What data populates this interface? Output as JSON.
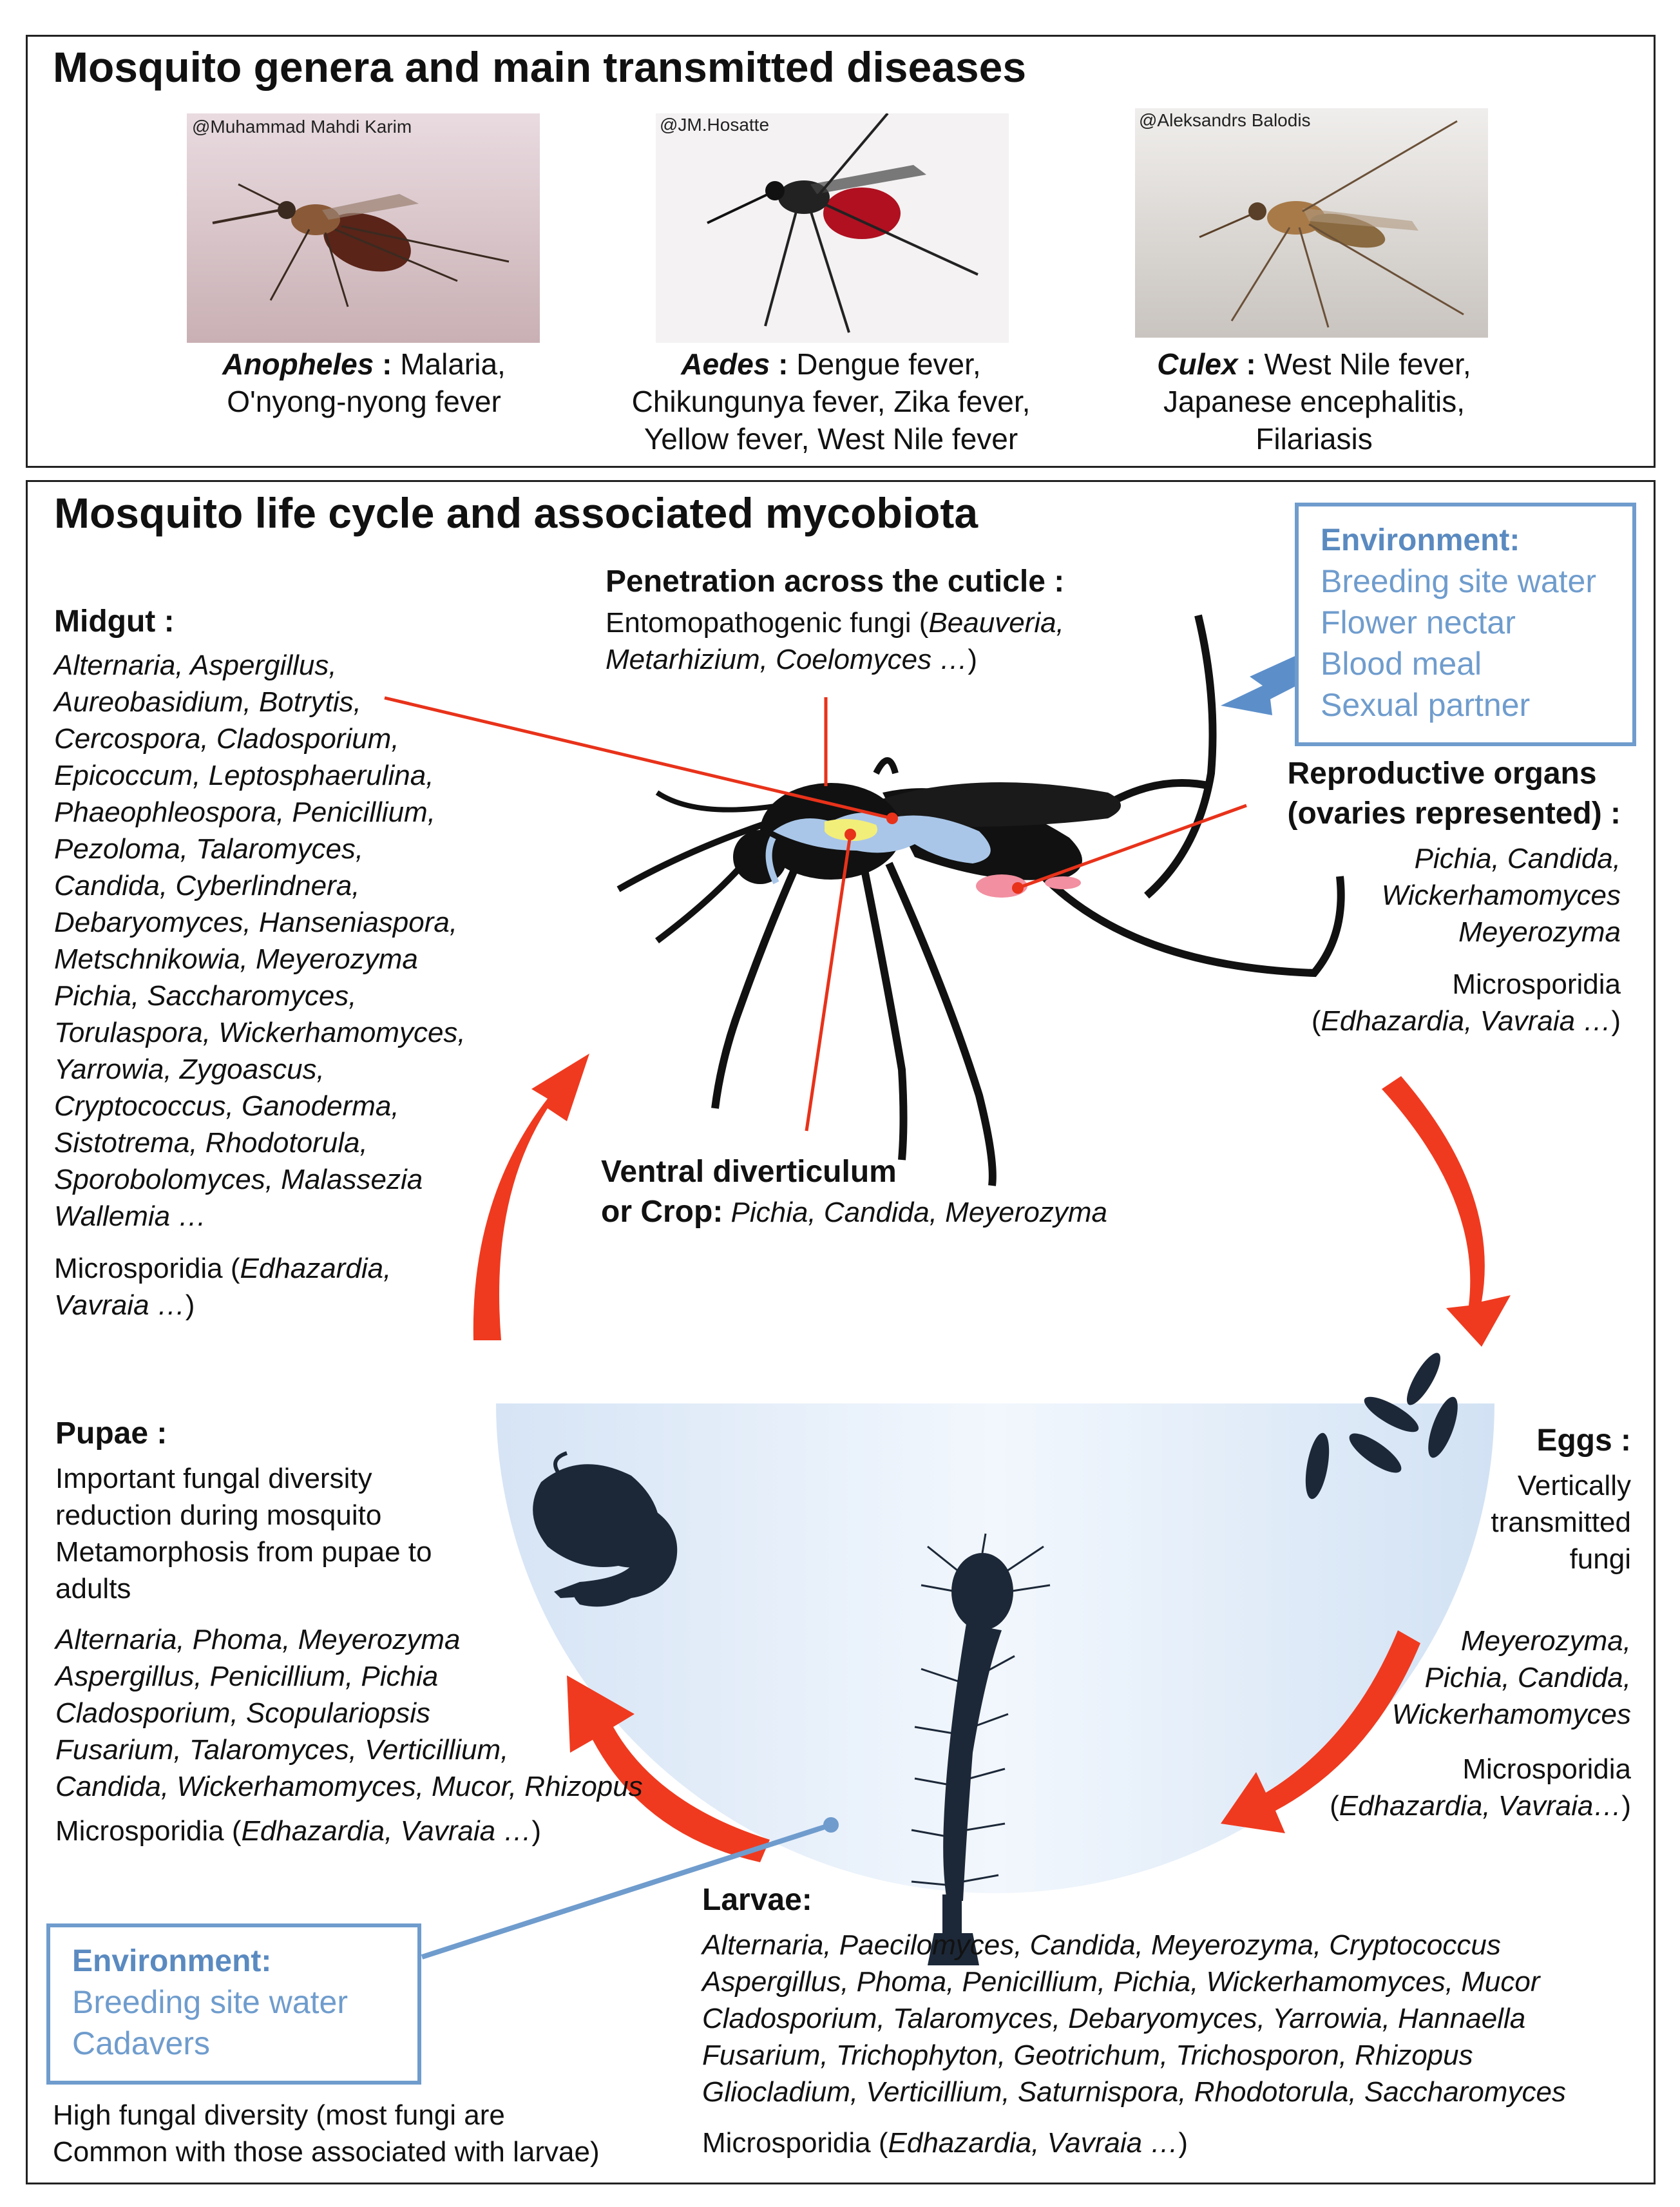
{
  "top_panel": {
    "title": "Mosquito genera and main transmitted diseases",
    "photos": [
      {
        "credit": "@Muhammad Mahdi Karim",
        "genus": "Anopheles",
        "sep": " : ",
        "lines": [
          "Malaria,",
          "O'nyong-nyong fever"
        ]
      },
      {
        "credit": "@JM.Hosatte",
        "genus": "Aedes",
        "sep": " : ",
        "lines": [
          "Dengue fever,",
          "Chikungunya fever, Zika fever,",
          "Yellow fever, West Nile fever"
        ]
      },
      {
        "credit": "@Aleksandrs Balodis",
        "genus": "Culex",
        "sep": " : ",
        "lines": [
          "West Nile fever,",
          "Japanese encephalitis,",
          "Filariasis"
        ]
      }
    ]
  },
  "bottom_panel": {
    "title": "Mosquito life cycle and associated mycobiota",
    "environment_top": {
      "heading": "Environment:",
      "items": [
        "Breeding site water",
        "Flower nectar",
        "Blood meal",
        "Sexual partner"
      ]
    },
    "penetration": {
      "heading": "Penetration across the cuticle :",
      "line1_plain": "Entomopathogenic fungi (",
      "line1_italic": "Beauveria,",
      "line2_italic": "Metarhizium, Coelomyces …",
      "line2_plain": ")"
    },
    "midgut": {
      "heading": "Midgut :",
      "lines": [
        "Alternaria, Aspergillus,",
        "Aureobasidium, Botrytis,",
        "Cercospora, Cladosporium,",
        "Epicoccum, Leptosphaerulina,",
        "Phaeophleospora, Penicillium,",
        "Pezoloma, Talaromyces,",
        "Candida, Cyberlindnera,",
        "Debaryomyces, Hanseniaspora,",
        "Metschnikowia, Meyerozyma",
        "Pichia, Saccharomyces,",
        "Torulaspora, Wickerhamomyces,",
        "Yarrowia, Zygoascus,",
        "Cryptococcus, Ganoderma,",
        "Sistotrema, Rhodotorula,",
        "Sporobolomyces, Malassezia",
        "Wallemia …"
      ],
      "micro_plain": "Microsporidia (",
      "micro_italic1": "Edhazardia,",
      "micro_italic2": "Vavraia …",
      "micro_close": ")"
    },
    "reproductive": {
      "heading1": "Reproductive organs",
      "heading2": "(ovaries represented) :",
      "lines": [
        "Pichia, Candida,",
        "Wickerhamomyces",
        "Meyerozyma"
      ],
      "micro1": "Microsporidia",
      "micro_open": "(",
      "micro_italic": "Edhazardia, Vavraia …",
      "micro_close": ")"
    },
    "crop": {
      "heading1": "Ventral diverticulum",
      "heading2": "or Crop:",
      "italic": " Pichia, Candida, Meyerozyma"
    },
    "pupae": {
      "heading": "Pupae :",
      "desc": [
        "Important fungal diversity",
        "reduction during mosquito",
        "Metamorphosis from pupae to",
        "adults"
      ],
      "lines": [
        "Alternaria, Phoma, Meyerozyma",
        "Aspergillus, Penicillium, Pichia",
        "Cladosporium, Scopulariopsis",
        "Fusarium, Talaromyces, Verticillium,",
        "Candida, Wickerhamomyces, Mucor, Rhizopus"
      ],
      "micro_plain": "Microsporidia (",
      "micro_italic": "Edhazardia, Vavraia …",
      "micro_close": ")"
    },
    "eggs": {
      "heading": "Eggs :",
      "desc": [
        "Vertically",
        "transmitted",
        "fungi"
      ],
      "lines": [
        "Meyerozyma,",
        "Pichia, Candida,",
        "Wickerhamomyces"
      ],
      "micro1": "Microsporidia",
      "micro_open": "(",
      "micro_italic": "Edhazardia, Vavraia…",
      "micro_close": ")"
    },
    "larvae": {
      "heading": "Larvae:",
      "lines": [
        "Alternaria, Paecilomyces, Candida, Meyerozyma, Cryptococcus",
        "Aspergillus, Phoma, Penicillium, Pichia, Wickerhamomyces, Mucor",
        "Cladosporium, Talaromyces, Debaryomyces, Yarrowia, Hannaella",
        "Fusarium, Trichophyton, Geotrichum, Trichosporon, Rhizopus",
        "Gliocladium, Verticillium, Saturnispora, Rhodotorula, Saccharomyces"
      ],
      "micro_plain": "Microsporidia (",
      "micro_italic": "Edhazardia, Vavraia …",
      "micro_close": ")"
    },
    "environment_bottom": {
      "heading": "Environment:",
      "items": [
        "Breeding site water",
        "Cadavers"
      ]
    },
    "bottom_note": [
      "High fungal diversity (most fungi are",
      "Common with those associated with larvae)"
    ]
  },
  "colors": {
    "arrow_red": "#ef3a1f",
    "env_blue": "#6f9ccd",
    "water": "#d4e3f5",
    "insect": "#111111"
  }
}
